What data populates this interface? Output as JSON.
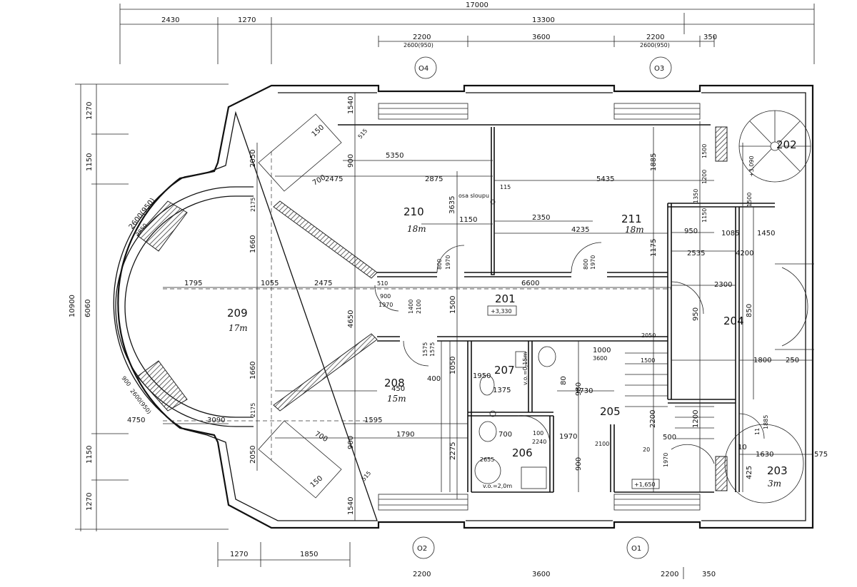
{
  "top_dims": {
    "overall": "17000",
    "row2": [
      "2430",
      "1270",
      "13300"
    ],
    "row3": [
      "2200",
      "3600",
      "2200",
      "350"
    ],
    "row3_sub": [
      "2600(950)",
      "2600(950)"
    ]
  },
  "axes": [
    "O4",
    "O3",
    "O2",
    "O1"
  ],
  "left_dims": {
    "overall": "10900",
    "mid": "6060",
    "segments": [
      "1270",
      "1150",
      "1150",
      "1270"
    ]
  },
  "bottom_dims": [
    "1270",
    "1850",
    "2200",
    "3600",
    "2200",
    "350"
  ],
  "rooms": [
    {
      "number": "210",
      "area": "18m"
    },
    {
      "number": "211",
      "area": "18m"
    },
    {
      "number": "209",
      "area": "17m"
    },
    {
      "number": "201",
      "level": "+3,330"
    },
    {
      "number": "208",
      "area": "15m"
    },
    {
      "number": "207"
    },
    {
      "number": "206"
    },
    {
      "number": "205"
    },
    {
      "number": "204"
    },
    {
      "number": "202"
    },
    {
      "number": "203",
      "area": "3m"
    }
  ],
  "labels": {
    "column_note": "osa sloupu",
    "level_low": "+1,650",
    "level_stair": "+3,090",
    "vo_206": "v.o.=2,0m",
    "vo_207": "v.o.=0,15m"
  },
  "interior_dims": [
    "5350",
    "2475",
    "2875",
    "5435",
    "115",
    "3635",
    "1885",
    "1150",
    "2350",
    "4235",
    "1175",
    "1795",
    "1055",
    "510",
    "2475",
    "6600",
    "4650",
    "1500",
    "1400",
    "2100",
    "900",
    "1970",
    "800",
    "1970",
    "800",
    "1970",
    "1575",
    "1575",
    "1660",
    "1660",
    "2050",
    "2050",
    "700",
    "700",
    "150",
    "150",
    "515",
    "515",
    "2175",
    "2175",
    "900",
    "900",
    "1540",
    "1540",
    "2600(950)",
    "2600(950)",
    "2850",
    "900",
    "3090",
    "4750",
    "1790",
    "1595",
    "2275",
    "1050",
    "450",
    "400",
    "1950",
    "1375",
    "700",
    "1970",
    "100",
    "2240",
    "2655",
    "1730",
    "980",
    "80",
    "900",
    "2100",
    "1000",
    "3600",
    "1500",
    "2200",
    "1200",
    "500",
    "950",
    "1085",
    "1450",
    "2535",
    "4200",
    "2300",
    "950",
    "850",
    "1800",
    "250",
    "1630",
    "575",
    "425",
    "11",
    "10",
    "20",
    "1970",
    "2050",
    "1885",
    "1500",
    "1200",
    "1350",
    "1150",
    "1500"
  ]
}
